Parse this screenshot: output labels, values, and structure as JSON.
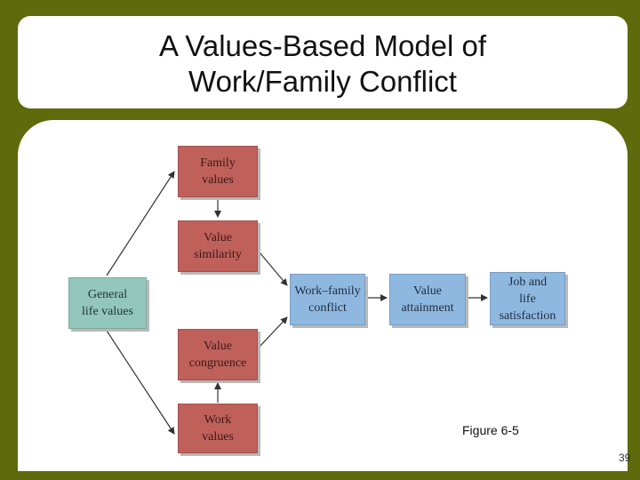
{
  "slide": {
    "title_line1": "A Values-Based Model of",
    "title_line2": "Work/Family Conflict",
    "figure_label": "Figure 6-5",
    "page_number": "39"
  },
  "diagram": {
    "nodes": {
      "family_values": "Family\nvalues",
      "value_similarity": "Value\nsimilarity",
      "general_life_values": "General\nlife values",
      "value_congruence": "Value\ncongruence",
      "work_values": "Work\nvalues",
      "work_family_conflict": "Work–family\nconflict",
      "value_attainment": "Value\nattainment",
      "job_life_satisfaction": "Job and\nlife\nsatisfaction"
    },
    "edges": [
      [
        "general_life_values",
        "family_values"
      ],
      [
        "general_life_values",
        "work_values"
      ],
      [
        "family_values",
        "value_similarity"
      ],
      [
        "work_values",
        "value_congruence"
      ],
      [
        "value_similarity",
        "work_family_conflict"
      ],
      [
        "value_congruence",
        "work_family_conflict"
      ],
      [
        "work_family_conflict",
        "value_attainment"
      ],
      [
        "value_attainment",
        "job_life_satisfaction"
      ]
    ],
    "colors": {
      "values_nodes": "#c0605a",
      "outcome_nodes": "#8fb8e0",
      "origin_node": "#93c7bb",
      "background": "#5e6a0b"
    }
  }
}
